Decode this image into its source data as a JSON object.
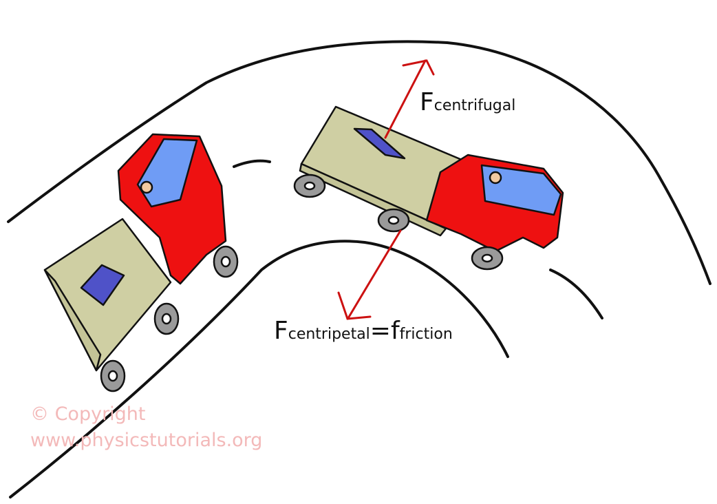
{
  "labels": {
    "centrifugal": {
      "main": "F",
      "sub": "centrifugal"
    },
    "centripetal": {
      "main": "F",
      "sub": "centripetal",
      "eq": "=f",
      "sub2": "friction"
    }
  },
  "watermark": {
    "line1": "© Copyright",
    "line2": "www.physicstutorials.org"
  },
  "colors": {
    "arrow": "#cc1111",
    "cab": "#ee1111",
    "window": "#6f9cf5",
    "bed": "#cfcfa3",
    "box": "#4f52c8",
    "wheel": "#9a9a9a"
  }
}
